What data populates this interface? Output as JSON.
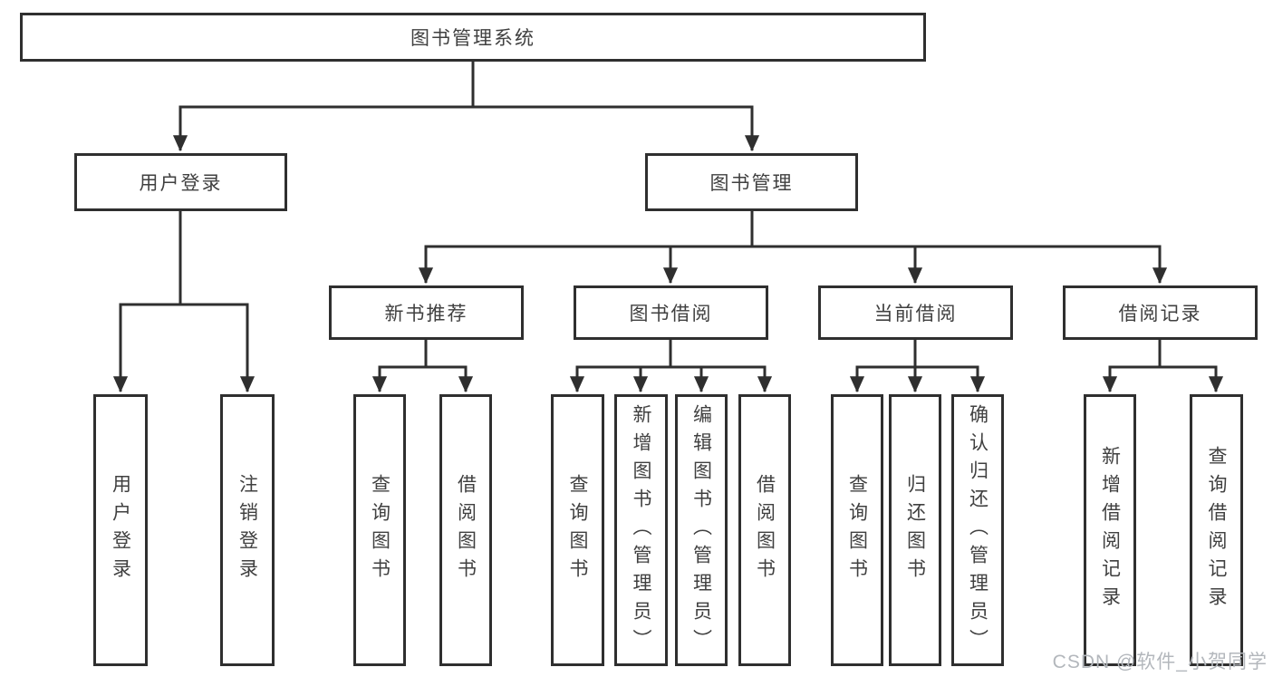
{
  "tree": {
    "label": "图书管理系统",
    "children": [
      {
        "label": "用户登录",
        "children": [
          {
            "label": "用户登录"
          },
          {
            "label": "注销登录"
          }
        ]
      },
      {
        "label": "图书管理",
        "children": [
          {
            "label": "新书推荐",
            "children": [
              {
                "label": "查询图书"
              },
              {
                "label": "借阅图书"
              }
            ]
          },
          {
            "label": "图书借阅",
            "children": [
              {
                "label": "查询图书"
              },
              {
                "label": "新增图书（管理员）"
              },
              {
                "label": "编辑图书（管理员）"
              },
              {
                "label": "借阅图书"
              }
            ]
          },
          {
            "label": "当前借阅",
            "children": [
              {
                "label": "查询图书"
              },
              {
                "label": "归还图书"
              },
              {
                "label": "确认归还（管理员）"
              }
            ]
          },
          {
            "label": "借阅记录",
            "children": [
              {
                "label": "新增借阅记录"
              },
              {
                "label": "查询借阅记录"
              }
            ]
          }
        ]
      }
    ]
  },
  "colors": {
    "line": "#2f2f2f",
    "text": "#404040",
    "watermark": "#b3b7bc"
  },
  "watermark": {
    "text": "CSDN @软件_小贺同学"
  }
}
